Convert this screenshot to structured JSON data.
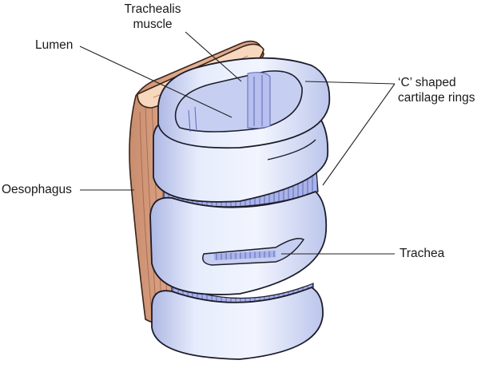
{
  "labels": {
    "trachealis_line1": "Trachealis",
    "trachealis_line2": "muscle",
    "lumen": "Lumen",
    "c_rings_line1": "‘C’ shaped",
    "c_rings_line2": "cartilage rings",
    "oesophagus": "Oesophagus",
    "trachea": "Trachea"
  },
  "colors": {
    "cartilage_fill": "#dfe6fa",
    "cartilage_edge": "#1c1c2a",
    "cartilage_shadow": "#aeb8e4",
    "interior": "#c6cff2",
    "membrane_stripe": "#7f8ad1",
    "oesophagus_fill": "#e8b69a",
    "oesophagus_edge": "#3a2418",
    "muscle_top": "#f7d7bd",
    "leader_line": "#222222"
  }
}
